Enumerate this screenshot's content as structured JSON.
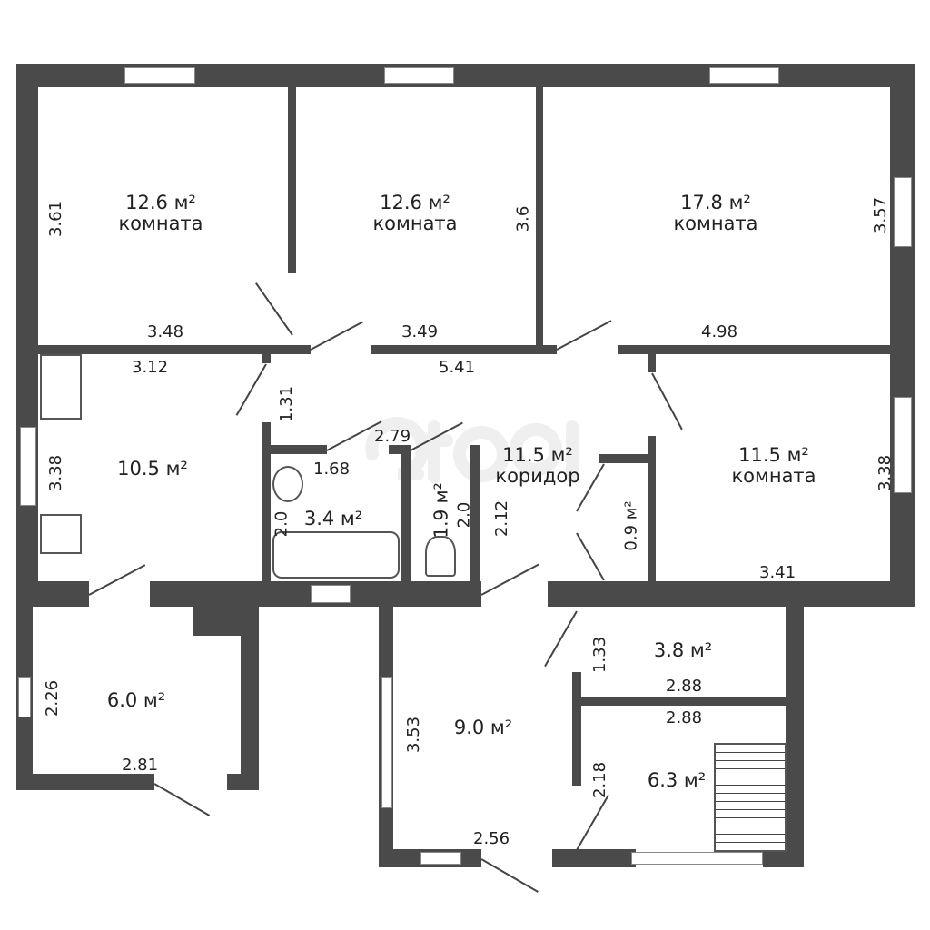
{
  "watermark": "etagi",
  "rooms": [
    {
      "area": "12.6 м²",
      "label": "комната"
    },
    {
      "area": "12.6 м²",
      "label": "комната"
    },
    {
      "area": "17.8 м²",
      "label": "комната"
    },
    {
      "area": "10.5 м²"
    },
    {
      "area": "11.5 м²",
      "label": "коридор"
    },
    {
      "area": "11.5 м²",
      "label": "комната"
    },
    {
      "area": "3.4 м²"
    },
    {
      "area": "1.9 м²"
    },
    {
      "area": "0.9 м²"
    },
    {
      "area": "6.0 м²"
    },
    {
      "area": "9.0 м²"
    },
    {
      "area": "3.8 м²"
    },
    {
      "area": "6.3 м²"
    }
  ],
  "dims": [
    "3.61",
    "3.48",
    "3.6",
    "3.49",
    "3.57",
    "4.98",
    "3.12",
    "3.38",
    "5.41",
    "1.31",
    "2.79",
    "1.68",
    "2.0",
    "2.0",
    "2.12",
    "3.38",
    "3.41",
    "2.26",
    "2.81",
    "3.53",
    "2.56",
    "1.33",
    "2.88",
    "2.88",
    "2.18"
  ]
}
